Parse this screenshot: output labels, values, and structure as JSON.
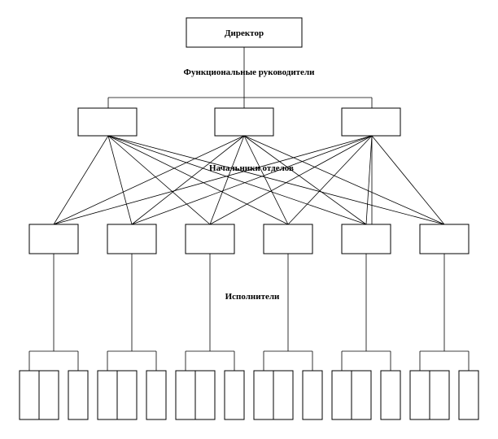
{
  "diagram": {
    "director": "Директор",
    "functional_managers_label": "Функциональные руководители",
    "department_heads_label": "Начальники отделов",
    "executors_label": "Исполнители",
    "functional_manager_count": 3,
    "department_head_count": 6,
    "executors_per_department": 3
  }
}
